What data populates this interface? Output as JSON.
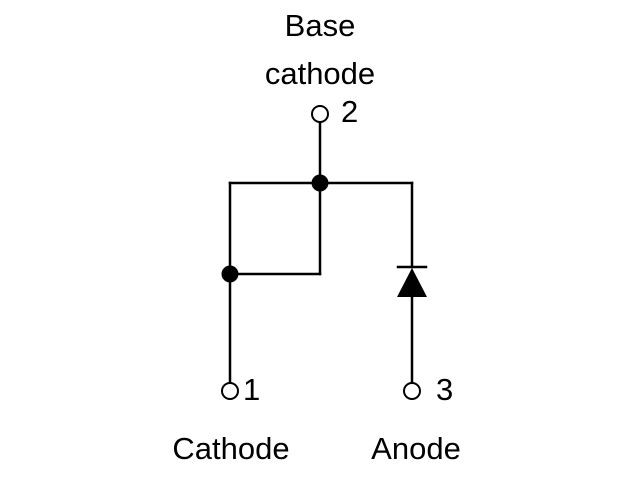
{
  "labels": {
    "base_line1": "Base",
    "base_line2": "cathode",
    "pin2": "2",
    "pin1": "1",
    "pin3": "3",
    "cathode": "Cathode",
    "anode": "Anode"
  },
  "colors": {
    "ink": "#000000",
    "background": "#ffffff"
  }
}
